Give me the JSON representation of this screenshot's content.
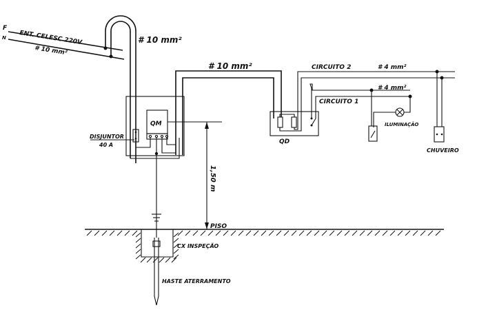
{
  "diagram": {
    "title": "",
    "labels": {
      "phase": "F",
      "neutral": "N",
      "entry": "ENT. CELESC  220V",
      "entry_wire": "# 10 mm²",
      "riser_wire": "# 10 mm²",
      "feeder_wire": "# 10 mm²",
      "meter_box": "QM",
      "breaker_name": "DISJUNTOR",
      "breaker_rating": "40 A",
      "distribution_board": "QD",
      "circuit_2": "CIRCUITO 2",
      "circuit_2_wire": "# 4 mm²",
      "circuit_1": "CIRCUITO 1",
      "circuit_1_wire": "# 4 mm²",
      "lighting": "ILUMINAÇÃO",
      "shower": "CHUVEIRO",
      "height": "1,50 m",
      "floor": "PISO",
      "inspection_box": "CX INSPEÇÃO",
      "ground_rod": "HASTE ATERRAMENTO"
    },
    "colors": {
      "ink": "#111111",
      "paper": "#ffffff"
    }
  }
}
